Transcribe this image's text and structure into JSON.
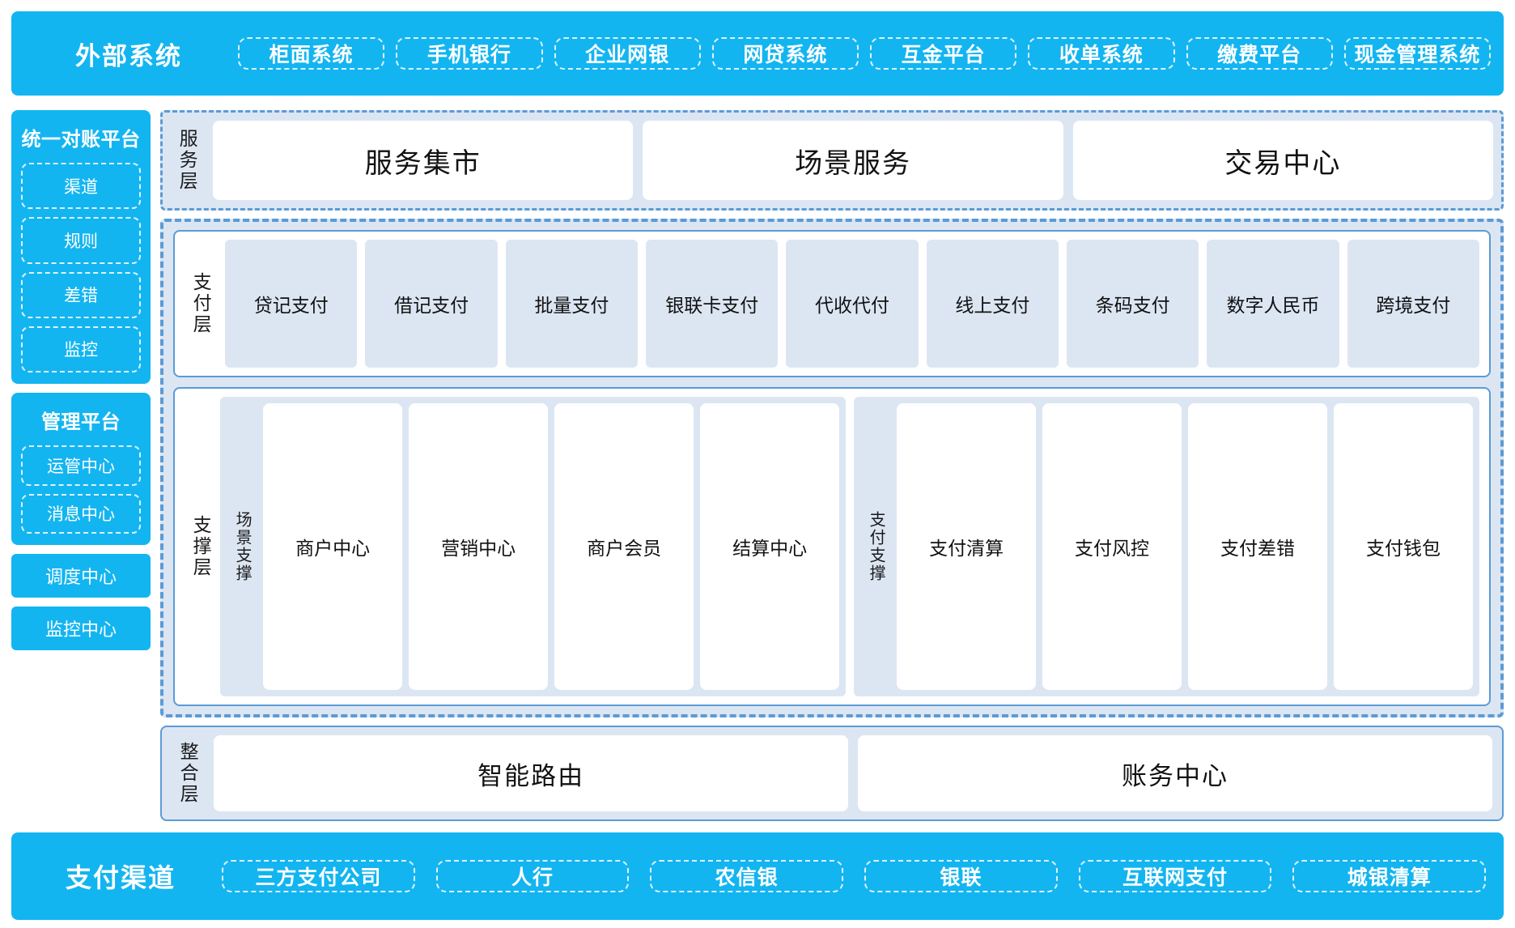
{
  "external_systems": {
    "title": "外部系统",
    "items": [
      "柜面系统",
      "手机银行",
      "企业网银",
      "网贷系统",
      "互金平台",
      "收单系统",
      "缴费平台",
      "现金管理系统"
    ]
  },
  "sidebar": {
    "reconcile_platform": {
      "title": "统一对账平台",
      "items": [
        "渠道",
        "规则",
        "差错",
        "监控"
      ]
    },
    "management_platform": {
      "title": "管理平台",
      "items": [
        "运管中心",
        "消息中心"
      ]
    },
    "standalone": [
      "调度中心",
      "监控中心"
    ]
  },
  "service_layer": {
    "label": "服务层",
    "items": [
      "服务集市",
      "场景服务",
      "交易中心"
    ]
  },
  "payment_layer": {
    "label": "支付层",
    "items": [
      "贷记支付",
      "借记支付",
      "批量支付",
      "银联卡支付",
      "代收代付",
      "线上支付",
      "条码支付",
      "数字人民币",
      "跨境支付"
    ]
  },
  "support_layer": {
    "label": "支撑层",
    "groups": [
      {
        "label": "场景支撑",
        "items": [
          "商户中心",
          "营销中心",
          "商户会员",
          "结算中心"
        ]
      },
      {
        "label": "支付支撑",
        "items": [
          "支付清算",
          "支付风控",
          "支付差错",
          "支付钱包"
        ]
      }
    ]
  },
  "integration_layer": {
    "label": "整合层",
    "items": [
      "智能路由",
      "账务中心"
    ]
  },
  "payment_channels": {
    "title": "支付渠道",
    "items": [
      "三方支付公司",
      "人行",
      "农信银",
      "银联",
      "互联网支付",
      "城银清算"
    ]
  },
  "colors": {
    "brand_blue": "#13B5F0",
    "panel_blue": "#DCE6F3",
    "border_blue": "#5B9BD5",
    "white": "#FFFFFF"
  }
}
